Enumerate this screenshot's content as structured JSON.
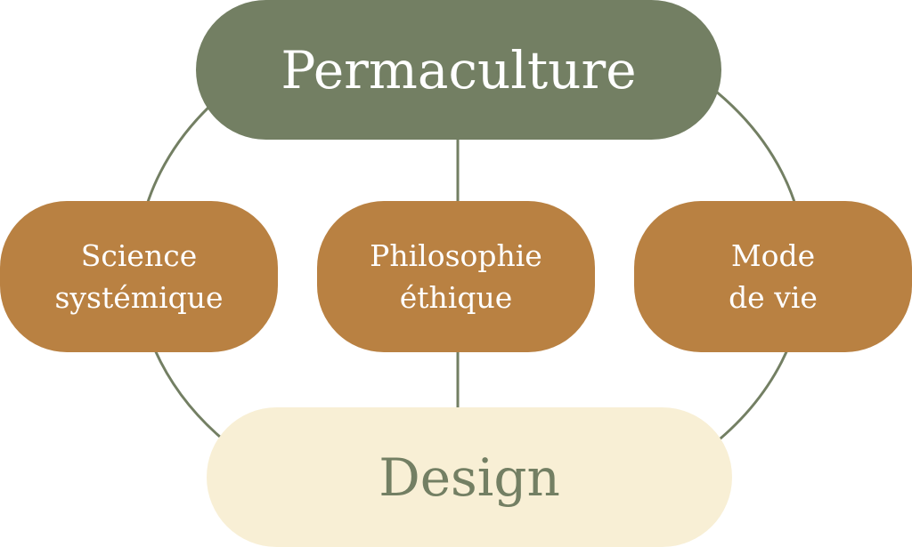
{
  "top": {
    "label": "Permaculture"
  },
  "middle": [
    {
      "line1": "Science",
      "line2": "systémique"
    },
    {
      "line1": "Philosophie",
      "line2": "éthique"
    },
    {
      "line1": "Mode",
      "line2": "de vie"
    }
  ],
  "bottom": {
    "label": "Design"
  },
  "colors": {
    "green": "#737f63",
    "brown": "#b98142",
    "cream": "#f8efd5"
  }
}
